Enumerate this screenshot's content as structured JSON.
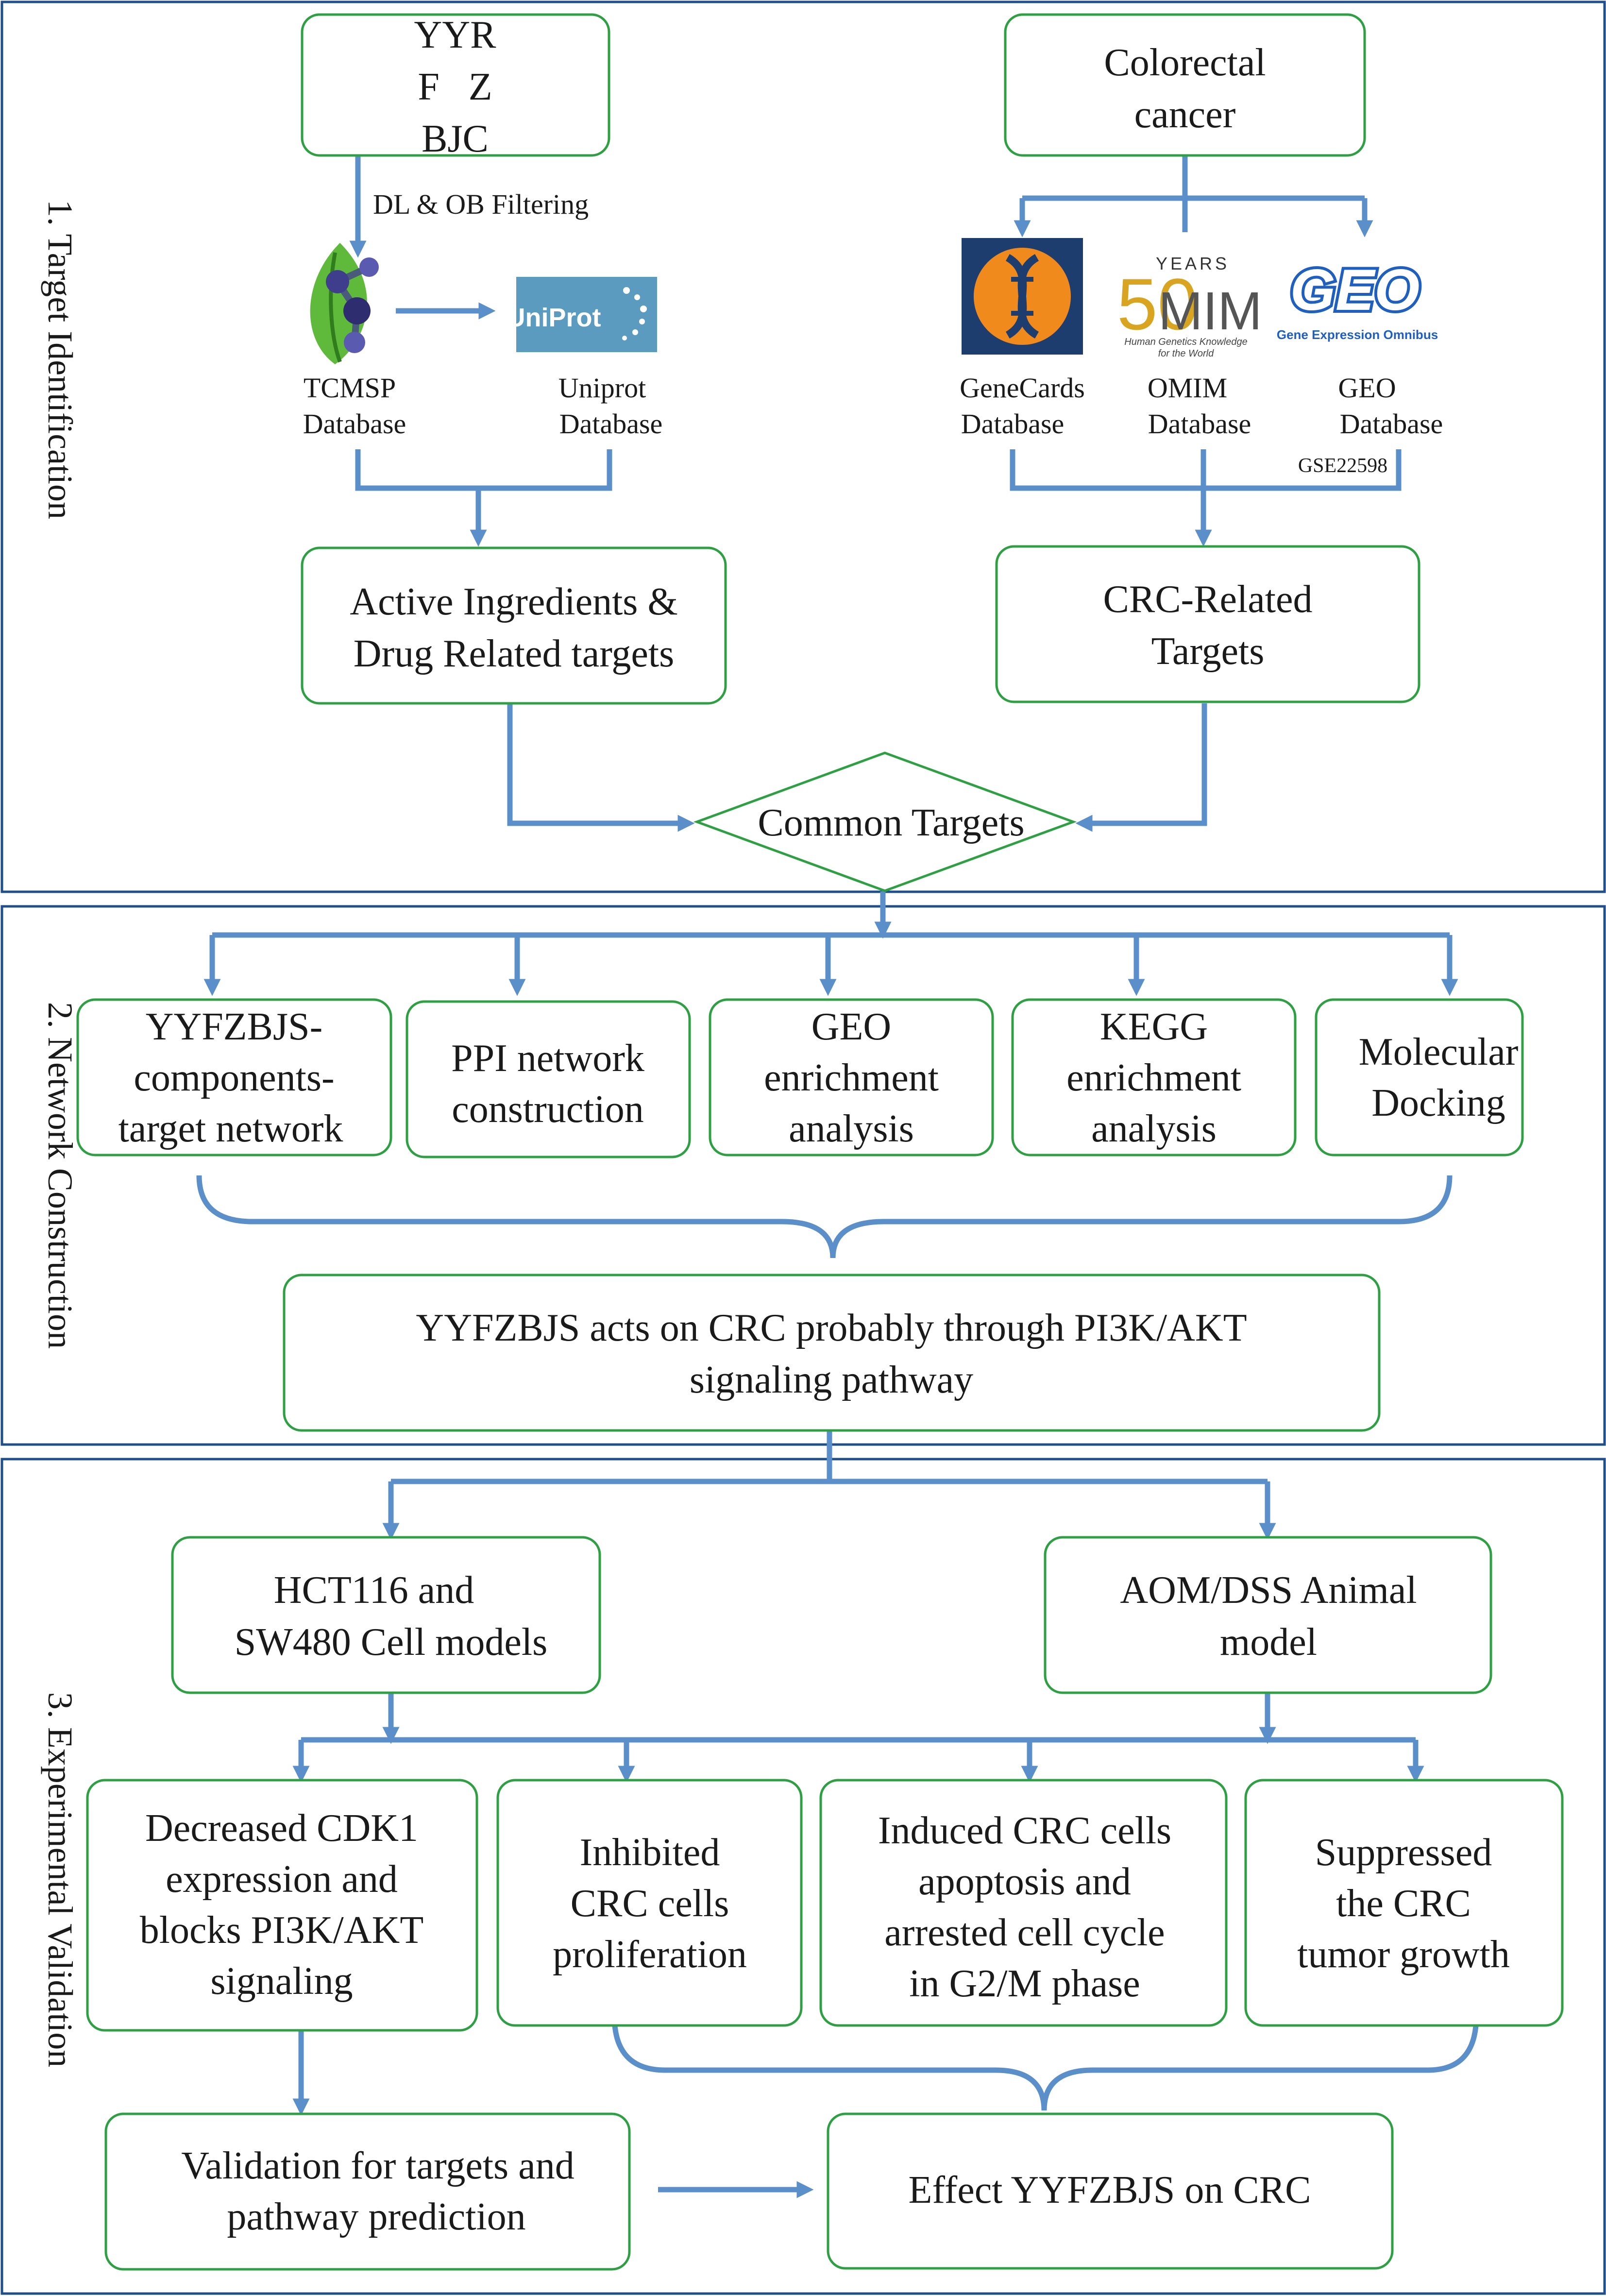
{
  "sections": {
    "target_identification": "1. Target Identification",
    "network_construction": "2. Network Construction",
    "experimental_validation": "3. Experimental Validation"
  },
  "herbs": [
    "YYR",
    "F   Z",
    "BJC"
  ],
  "filter_label": "DL & OB Filtering",
  "disease": [
    "Colorectal",
    "cancer"
  ],
  "databases": {
    "tcmsp": [
      "TCMSP",
      "Database"
    ],
    "uniprot": [
      "Uniprot",
      "Database"
    ],
    "genecards": [
      "GeneCards",
      "Database"
    ],
    "omim": [
      "OMIM",
      "Database"
    ],
    "geo": [
      "GEO",
      "Database"
    ],
    "geo_dataset": "GSE22598"
  },
  "logos": {
    "uniprot": "UniProt",
    "omim_years": "YEARS",
    "omim_number": "50",
    "omim_word": "MIM",
    "omim_tagline": [
      "Human Genetics Knowledge",
      "for the World"
    ],
    "geo_mark": "GEO",
    "geo_tagline": "Gene Expression Omnibus"
  },
  "active_ingredients": [
    "Active Ingredients &",
    "Drug Related targets"
  ],
  "crc_targets": [
    "CRC-Related",
    "Targets"
  ],
  "common_targets": "Common Targets",
  "analyses": [
    [
      "YYFZBJS-",
      "components-",
      "target network"
    ],
    [
      "PPI network",
      "construction"
    ],
    [
      "GEO",
      "enrichment",
      "analysis"
    ],
    [
      "KEGG",
      "enrichment",
      "analysis"
    ],
    [
      "Molecular",
      "Docking"
    ]
  ],
  "conclusion": [
    "YYFZBJS acts on CRC probably through PI3K/AKT",
    "signaling pathway"
  ],
  "models": {
    "cell": [
      "HCT116 and",
      "SW480 Cell models"
    ],
    "animal": [
      "AOM/DSS Animal",
      "model"
    ]
  },
  "findings": [
    [
      "Decreased CDK1",
      "expression and",
      "blocks PI3K/AKT",
      "signaling"
    ],
    [
      "Inhibited",
      "CRC cells",
      "proliferation"
    ],
    [
      "Induced CRC cells",
      "apoptosis and",
      "arrested cell cycle",
      "in G2/M phase"
    ],
    [
      "Suppressed",
      "the CRC",
      "tumor growth"
    ]
  ],
  "validation": [
    "Validation for targets and",
    "pathway prediction"
  ],
  "effect": "Effect YYFZBJS on CRC",
  "colors": {
    "box_border": "#2ea043",
    "panel_border": "#1f4e8c",
    "arrow": "#5b8fc9",
    "uniprot_bg": "#5a9bbf",
    "genecards_bg": "#1c3d6e",
    "genecards_accent": "#f08a1c",
    "omim_gold": "#d9a520",
    "geo_blue": "#1f5fbf"
  }
}
